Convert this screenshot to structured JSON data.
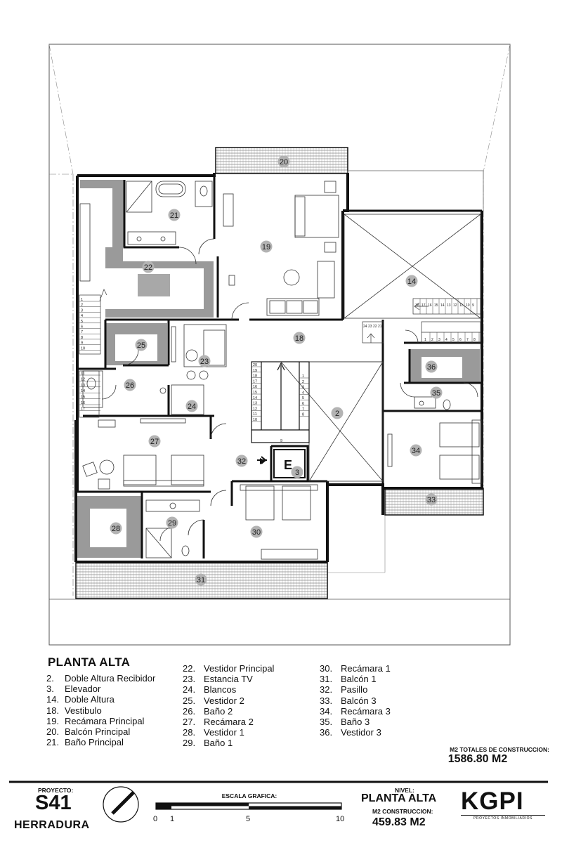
{
  "plan": {
    "room_numbers": [
      "2",
      "3",
      "14",
      "18",
      "19",
      "20",
      "21",
      "22",
      "23",
      "24",
      "25",
      "26",
      "27",
      "28",
      "29",
      "30",
      "31",
      "32",
      "33",
      "34",
      "35",
      "36"
    ],
    "elevator_label": "E",
    "stair_steps_main": [
      "1",
      "2",
      "3",
      "4",
      "5",
      "6",
      "7",
      "8",
      "9",
      "10",
      "11",
      "12",
      "13",
      "14",
      "15",
      "16",
      "17",
      "18",
      "19",
      "20"
    ],
    "stair_steps_14_top": [
      "18",
      "17",
      "16",
      "15",
      "14",
      "13",
      "12",
      "11",
      "10",
      "9"
    ],
    "stair_steps_14_bottom": [
      "24",
      "23",
      "22",
      "21",
      "1",
      "2",
      "3",
      "4",
      "5",
      "6",
      "7",
      "8"
    ],
    "stair_steps_left": [
      "1",
      "2",
      "3",
      "4",
      "5",
      "6",
      "7",
      "8",
      "9",
      "10",
      "11",
      "12",
      "13",
      "14",
      "15",
      "16",
      "17"
    ]
  },
  "legend": {
    "title": "PLANTA ALTA",
    "col1": [
      {
        "num": "2.",
        "name": "Doble Altura Recibidor"
      },
      {
        "num": "3.",
        "name": "Elevador"
      },
      {
        "num": "14.",
        "name": "Doble Altura"
      },
      {
        "num": "18.",
        "name": "Vestibulo"
      },
      {
        "num": "19.",
        "name": "Recámara Principal"
      },
      {
        "num": "20.",
        "name": "Balcón Principal"
      },
      {
        "num": "21.",
        "name": "Baño Principal"
      }
    ],
    "col2": [
      {
        "num": "22.",
        "name": "Vestidor Principal"
      },
      {
        "num": "23.",
        "name": "Estancia TV"
      },
      {
        "num": "24.",
        "name": "Blancos"
      },
      {
        "num": "25.",
        "name": "Vestidor 2"
      },
      {
        "num": "26.",
        "name": "Baño 2"
      },
      {
        "num": "27.",
        "name": "Recámara 2"
      },
      {
        "num": "28.",
        "name": "Vestidor 1"
      },
      {
        "num": "29.",
        "name": "Baño 1"
      }
    ],
    "col3": [
      {
        "num": "30.",
        "name": "Recámara 1"
      },
      {
        "num": "31.",
        "name": "Balcón 1"
      },
      {
        "num": "32.",
        "name": "Pasillo"
      },
      {
        "num": "33.",
        "name": "Balcón 3"
      },
      {
        "num": "34.",
        "name": "Recámara 3"
      },
      {
        "num": "35.",
        "name": "Baño 3"
      },
      {
        "num": "36.",
        "name": "Vestidor 3"
      }
    ]
  },
  "totals": {
    "label": "M2 TOTALES DE CONSTRUCCION:",
    "value": "1586.80 M2"
  },
  "title_block": {
    "project_label": "PROYECTO:",
    "project_code": "S41",
    "project_name": "HERRADURA",
    "scale_label": "ESCALA GRAFICA:",
    "scale_ticks": [
      "0",
      "1",
      "5",
      "10"
    ],
    "level_label": "NIVEL:",
    "level_value": "PLANTA ALTA",
    "construction_label": "M2 CONSTRUCCION:",
    "construction_value": "459.83 M2",
    "brand": "KGPI",
    "brand_sub": "PROYECTOS INMOBILIARIOS"
  },
  "colors": {
    "wall": "#111111",
    "closet_gray": "#9a9a9a",
    "room_badge": "#b3b3b3",
    "furniture_gray": "#a8a8a8"
  }
}
